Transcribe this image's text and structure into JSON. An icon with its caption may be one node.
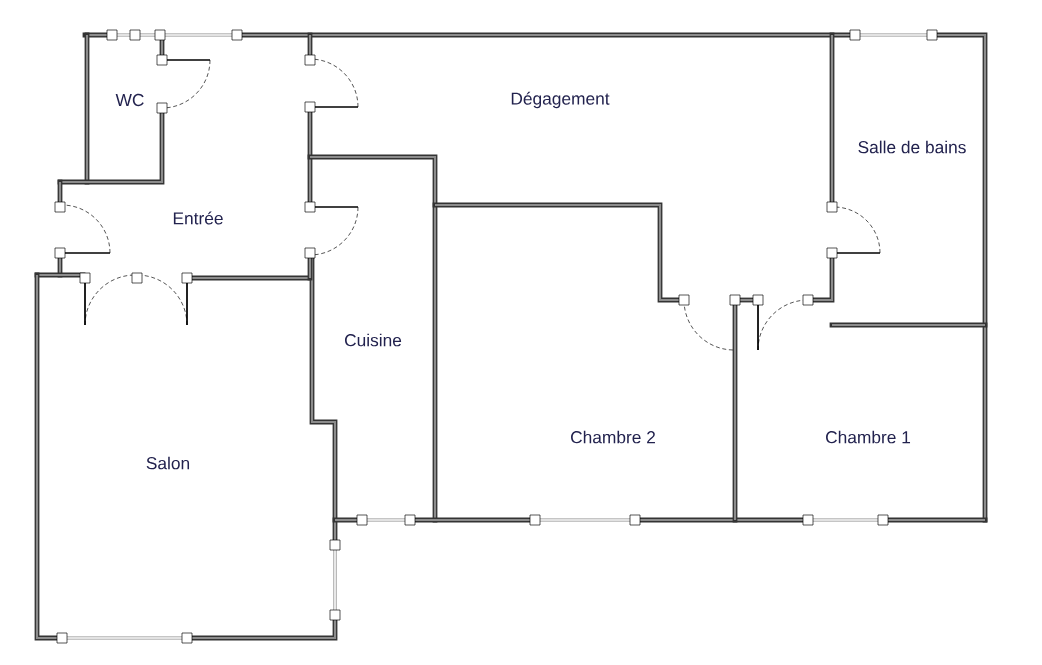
{
  "diagram": {
    "labels": [
      "WC",
      "Dégagement",
      "Salle de bains",
      "Entrée",
      "Cuisine",
      "Chambre 2",
      "Chambre 1",
      "Salon"
    ]
  }
}
